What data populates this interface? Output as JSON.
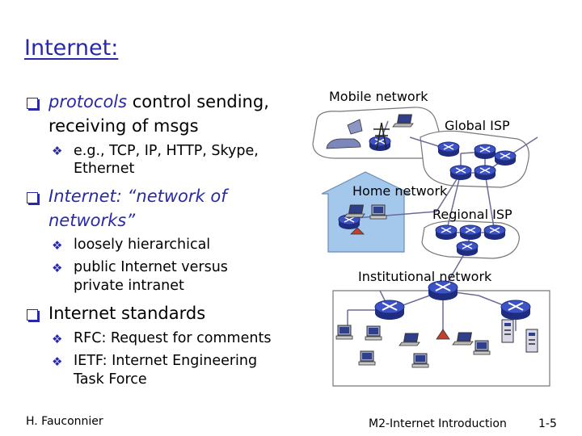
{
  "slide": {
    "title": "Internet:",
    "bullets": {
      "b1_em": "protocols",
      "b1_rest": " control sending,",
      "b1_line2": "receiving of msgs",
      "b1_sub1_line1": "e.g., TCP, IP, HTTP, Skype,",
      "b1_sub1_line2": "Ethernet",
      "b2_em": "Internet: “network of",
      "b2_line2": "networks”",
      "b2_sub1": "loosely hierarchical",
      "b2_sub2_line1": "public Internet versus",
      "b2_sub2_line2": "private intranet",
      "b3": "Internet standards",
      "b3_sub1": "RFC: Request for comments",
      "b3_sub2_line1": "IETF: Internet Engineering",
      "b3_sub2_line2": "Task Force"
    }
  },
  "diagram": {
    "mobile_network": "Mobile network",
    "global_isp": "Global ISP",
    "home_network": "Home network",
    "regional_isp": "Regional ISP",
    "institutional_network": "Institutional network"
  },
  "footer": {
    "author": "H. Fauconnier",
    "course": "M2-Internet Introduction",
    "page": "1-5"
  },
  "colors": {
    "accent": "#2929a8",
    "router": "#2d3ca0",
    "link": "#6b6b9a",
    "house": "#a4c8ec"
  }
}
